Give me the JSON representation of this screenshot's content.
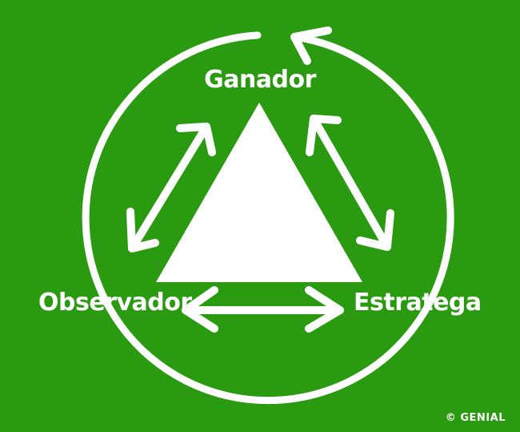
{
  "diagram": {
    "nodes": {
      "top": "Ganador",
      "left": "Observador",
      "right": "Estratega"
    },
    "watermark": "© GENIAL",
    "colors": {
      "background": "#2a9a10",
      "foreground": "#ffffff"
    }
  }
}
